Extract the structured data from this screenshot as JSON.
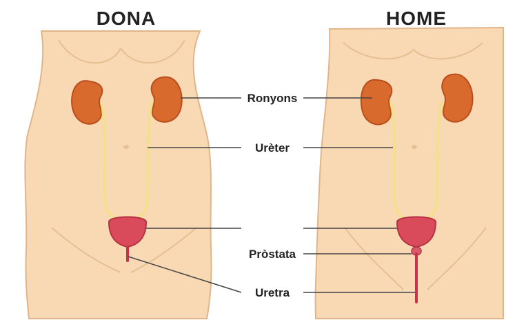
{
  "headings": {
    "left": "DONA",
    "right": "HOME"
  },
  "labels": {
    "kidneys": "Ronyons",
    "ureter": "Urèter",
    "prostate": "Pròstata",
    "urethra": "Uretra"
  },
  "colors": {
    "skin": "#f8d9b4",
    "skin_shadow": "#efc89c",
    "outline": "#e0b58a",
    "kidney": "#d86a2e",
    "kidney_dark": "#b94e1c",
    "ureter": "#f3e08c",
    "bladder": "#d94b5b",
    "urethra": "#c8324a",
    "line": "#444444",
    "text": "#222222"
  }
}
